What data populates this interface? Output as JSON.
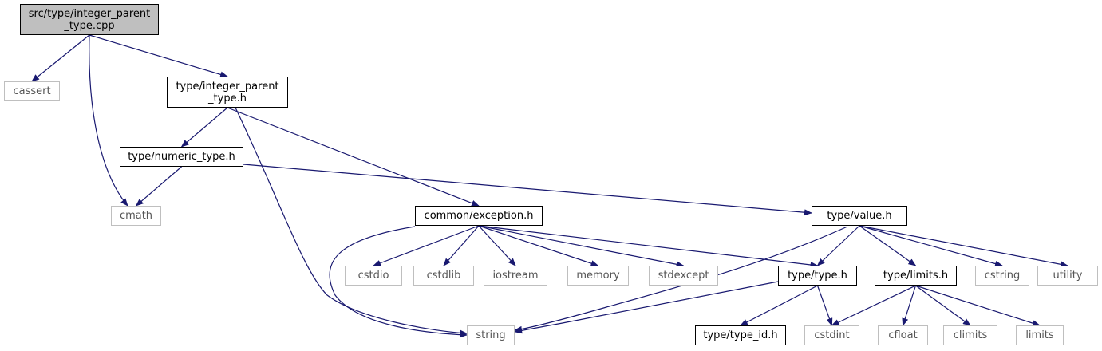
{
  "diagram": {
    "edge_color": "#191970",
    "nodes": [
      {
        "id": "root",
        "lines": [
          "src/type/integer_parent",
          "_type.cpp"
        ],
        "kind": "root"
      },
      {
        "id": "cassert",
        "lines": [
          "cassert"
        ],
        "kind": "sys"
      },
      {
        "id": "intparent_h",
        "lines": [
          "type/integer_parent",
          "_type.h"
        ],
        "kind": "doc"
      },
      {
        "id": "numeric_h",
        "lines": [
          "type/numeric_type.h"
        ],
        "kind": "doc"
      },
      {
        "id": "cmath",
        "lines": [
          "cmath"
        ],
        "kind": "sys"
      },
      {
        "id": "exception_h",
        "lines": [
          "common/exception.h"
        ],
        "kind": "doc"
      },
      {
        "id": "value_h",
        "lines": [
          "type/value.h"
        ],
        "kind": "doc"
      },
      {
        "id": "cstdio",
        "lines": [
          "cstdio"
        ],
        "kind": "sys"
      },
      {
        "id": "cstdlib",
        "lines": [
          "cstdlib"
        ],
        "kind": "sys"
      },
      {
        "id": "iostream",
        "lines": [
          "iostream"
        ],
        "kind": "sys"
      },
      {
        "id": "memory",
        "lines": [
          "memory"
        ],
        "kind": "sys"
      },
      {
        "id": "stdexcept",
        "lines": [
          "stdexcept"
        ],
        "kind": "sys"
      },
      {
        "id": "type_h",
        "lines": [
          "type/type.h"
        ],
        "kind": "doc"
      },
      {
        "id": "limits_h",
        "lines": [
          "type/limits.h"
        ],
        "kind": "doc"
      },
      {
        "id": "cstring",
        "lines": [
          "cstring"
        ],
        "kind": "sys"
      },
      {
        "id": "utility",
        "lines": [
          "utility"
        ],
        "kind": "sys"
      },
      {
        "id": "string",
        "lines": [
          "string"
        ],
        "kind": "sys"
      },
      {
        "id": "type_id_h",
        "lines": [
          "type/type_id.h"
        ],
        "kind": "doc"
      },
      {
        "id": "cstdint",
        "lines": [
          "cstdint"
        ],
        "kind": "sys"
      },
      {
        "id": "cfloat",
        "lines": [
          "cfloat"
        ],
        "kind": "sys"
      },
      {
        "id": "climits",
        "lines": [
          "climits"
        ],
        "kind": "sys"
      },
      {
        "id": "limits",
        "lines": [
          "limits"
        ],
        "kind": "sys"
      }
    ],
    "edges": [
      {
        "from": "root",
        "to": "cassert"
      },
      {
        "from": "root",
        "to": "cmath"
      },
      {
        "from": "root",
        "to": "intparent_h"
      },
      {
        "from": "intparent_h",
        "to": "numeric_h"
      },
      {
        "from": "intparent_h",
        "to": "string"
      },
      {
        "from": "intparent_h",
        "to": "exception_h"
      },
      {
        "from": "numeric_h",
        "to": "cmath"
      },
      {
        "from": "numeric_h",
        "to": "value_h"
      },
      {
        "from": "exception_h",
        "to": "string"
      },
      {
        "from": "exception_h",
        "to": "cstdio"
      },
      {
        "from": "exception_h",
        "to": "cstdlib"
      },
      {
        "from": "exception_h",
        "to": "iostream"
      },
      {
        "from": "exception_h",
        "to": "memory"
      },
      {
        "from": "exception_h",
        "to": "stdexcept"
      },
      {
        "from": "exception_h",
        "to": "type_h"
      },
      {
        "from": "value_h",
        "to": "string"
      },
      {
        "from": "value_h",
        "to": "type_h"
      },
      {
        "from": "value_h",
        "to": "limits_h"
      },
      {
        "from": "value_h",
        "to": "cstring"
      },
      {
        "from": "value_h",
        "to": "utility"
      },
      {
        "from": "type_h",
        "to": "string"
      },
      {
        "from": "type_h",
        "to": "type_id_h"
      },
      {
        "from": "type_h",
        "to": "cstdint"
      },
      {
        "from": "limits_h",
        "to": "cstdint"
      },
      {
        "from": "limits_h",
        "to": "cfloat"
      },
      {
        "from": "limits_h",
        "to": "climits"
      },
      {
        "from": "limits_h",
        "to": "limits"
      }
    ]
  }
}
